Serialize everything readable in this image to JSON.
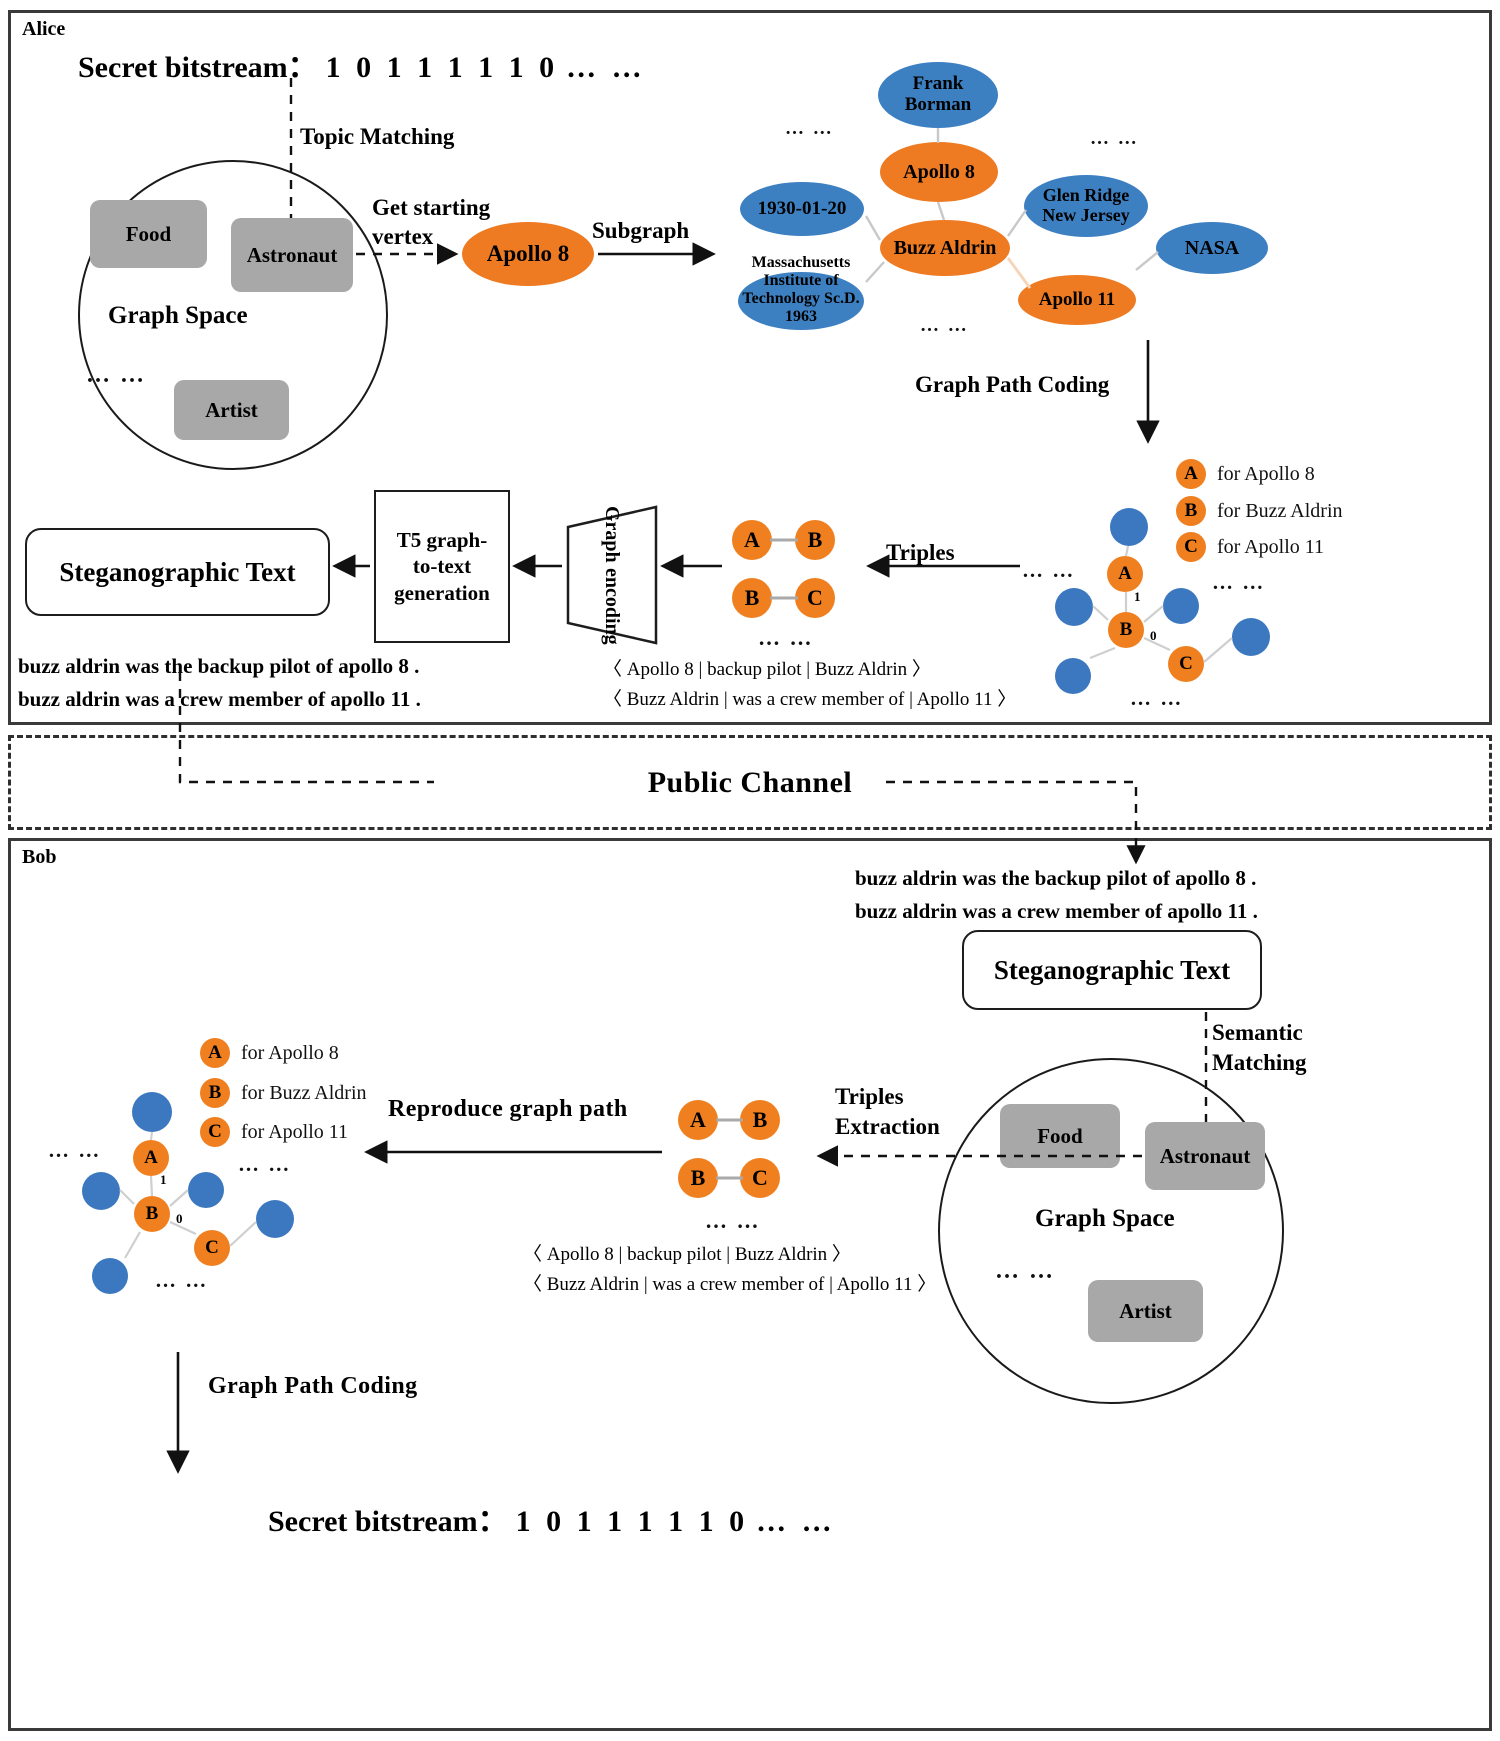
{
  "panels": {
    "alice_tag": "Alice",
    "bob_tag": "Bob",
    "channel_label": "Public Channel"
  },
  "secret": {
    "label": "Secret bitstream：",
    "bits": "1 0 1 1 1 1 1 0",
    "ellipsis": "… …"
  },
  "graph_space": {
    "title": "Graph Space",
    "topics": [
      "Food",
      "Astronaut",
      "Artist"
    ],
    "ellipsis": "… …"
  },
  "labels": {
    "topic_matching": "Topic  Matching",
    "get_starting_vertex_l1": "Get starting",
    "get_starting_vertex_l2": "vertex",
    "subgraph": "Subgraph",
    "graph_path_coding": "Graph Path Coding",
    "triples": "Triples",
    "semantic_matching_l1": "Semantic",
    "semantic_matching_l2": "Matching",
    "triples_extraction_l1": "Triples",
    "triples_extraction_l2": "Extraction",
    "reproduce_graph_path": "Reproduce graph path",
    "graph_path_coding_bob": "Graph  Path Coding"
  },
  "boxes": {
    "steganographic_text": "Steganographic Text",
    "t5_l1": "T5 graph-",
    "t5_l2": "to-text",
    "t5_l3": "generation",
    "graph_encoding_l1": "Graph",
    "graph_encoding_l2": "encoding"
  },
  "starting_vertex": {
    "label": "Apollo 8"
  },
  "knowledge_graph": {
    "nodes": [
      {
        "id": "frank-borman",
        "label": "Frank Borman",
        "color": "#3d80c2",
        "type": "blue"
      },
      {
        "id": "apollo-8",
        "label": "Apollo 8",
        "color": "#ee7a22",
        "type": "orange"
      },
      {
        "id": "date-1930",
        "label": "1930-01-20",
        "color": "#3d80c2",
        "type": "blue"
      },
      {
        "id": "glen-ridge",
        "label": "Glen Ridge New Jersey",
        "color": "#3d80c2",
        "type": "blue"
      },
      {
        "id": "buzz-aldrin",
        "label": "Buzz Aldrin",
        "color": "#ee7a22",
        "type": "orange"
      },
      {
        "id": "mit",
        "label": "Massachusetts Institute of Technology Sc.D. 1963",
        "color": "#3d80c2",
        "type": "blue"
      },
      {
        "id": "nasa",
        "label": "NASA",
        "color": "#3d80c2",
        "type": "blue"
      },
      {
        "id": "apollo-11",
        "label": "Apollo 11",
        "color": "#ee7a22",
        "type": "orange"
      }
    ],
    "ellipses": [
      "… …",
      "… …",
      "… …"
    ]
  },
  "path_coding": {
    "legend": [
      {
        "node": "A",
        "text": "for Apollo 8"
      },
      {
        "node": "B",
        "text": "for Buzz Aldrin"
      },
      {
        "node": "C",
        "text": "for Apollo 11"
      }
    ],
    "path_nodes": [
      "A",
      "B",
      "C"
    ],
    "edge_bits": [
      "1",
      "0"
    ],
    "ellipsis": "… …"
  },
  "triple_pairs": [
    {
      "from": "A",
      "to": "B"
    },
    {
      "from": "B",
      "to": "C"
    }
  ],
  "triples_text": {
    "line1": "〈 Apollo 8 | backup pilot | Buzz Aldrin 〉",
    "line2": "〈 Buzz Aldrin | was a crew member of | Apollo 11 〉",
    "ellipsis": "… …"
  },
  "stego_text": {
    "line1": "buzz aldrin was the backup pilot of apollo 8 .",
    "line2": "buzz aldrin was a crew member of apollo 11 ."
  },
  "colors": {
    "orange": "#ee7a22",
    "blue": "#3d80c2",
    "grey_topic": "#a8a8a8",
    "border": "#3a3a3a"
  }
}
